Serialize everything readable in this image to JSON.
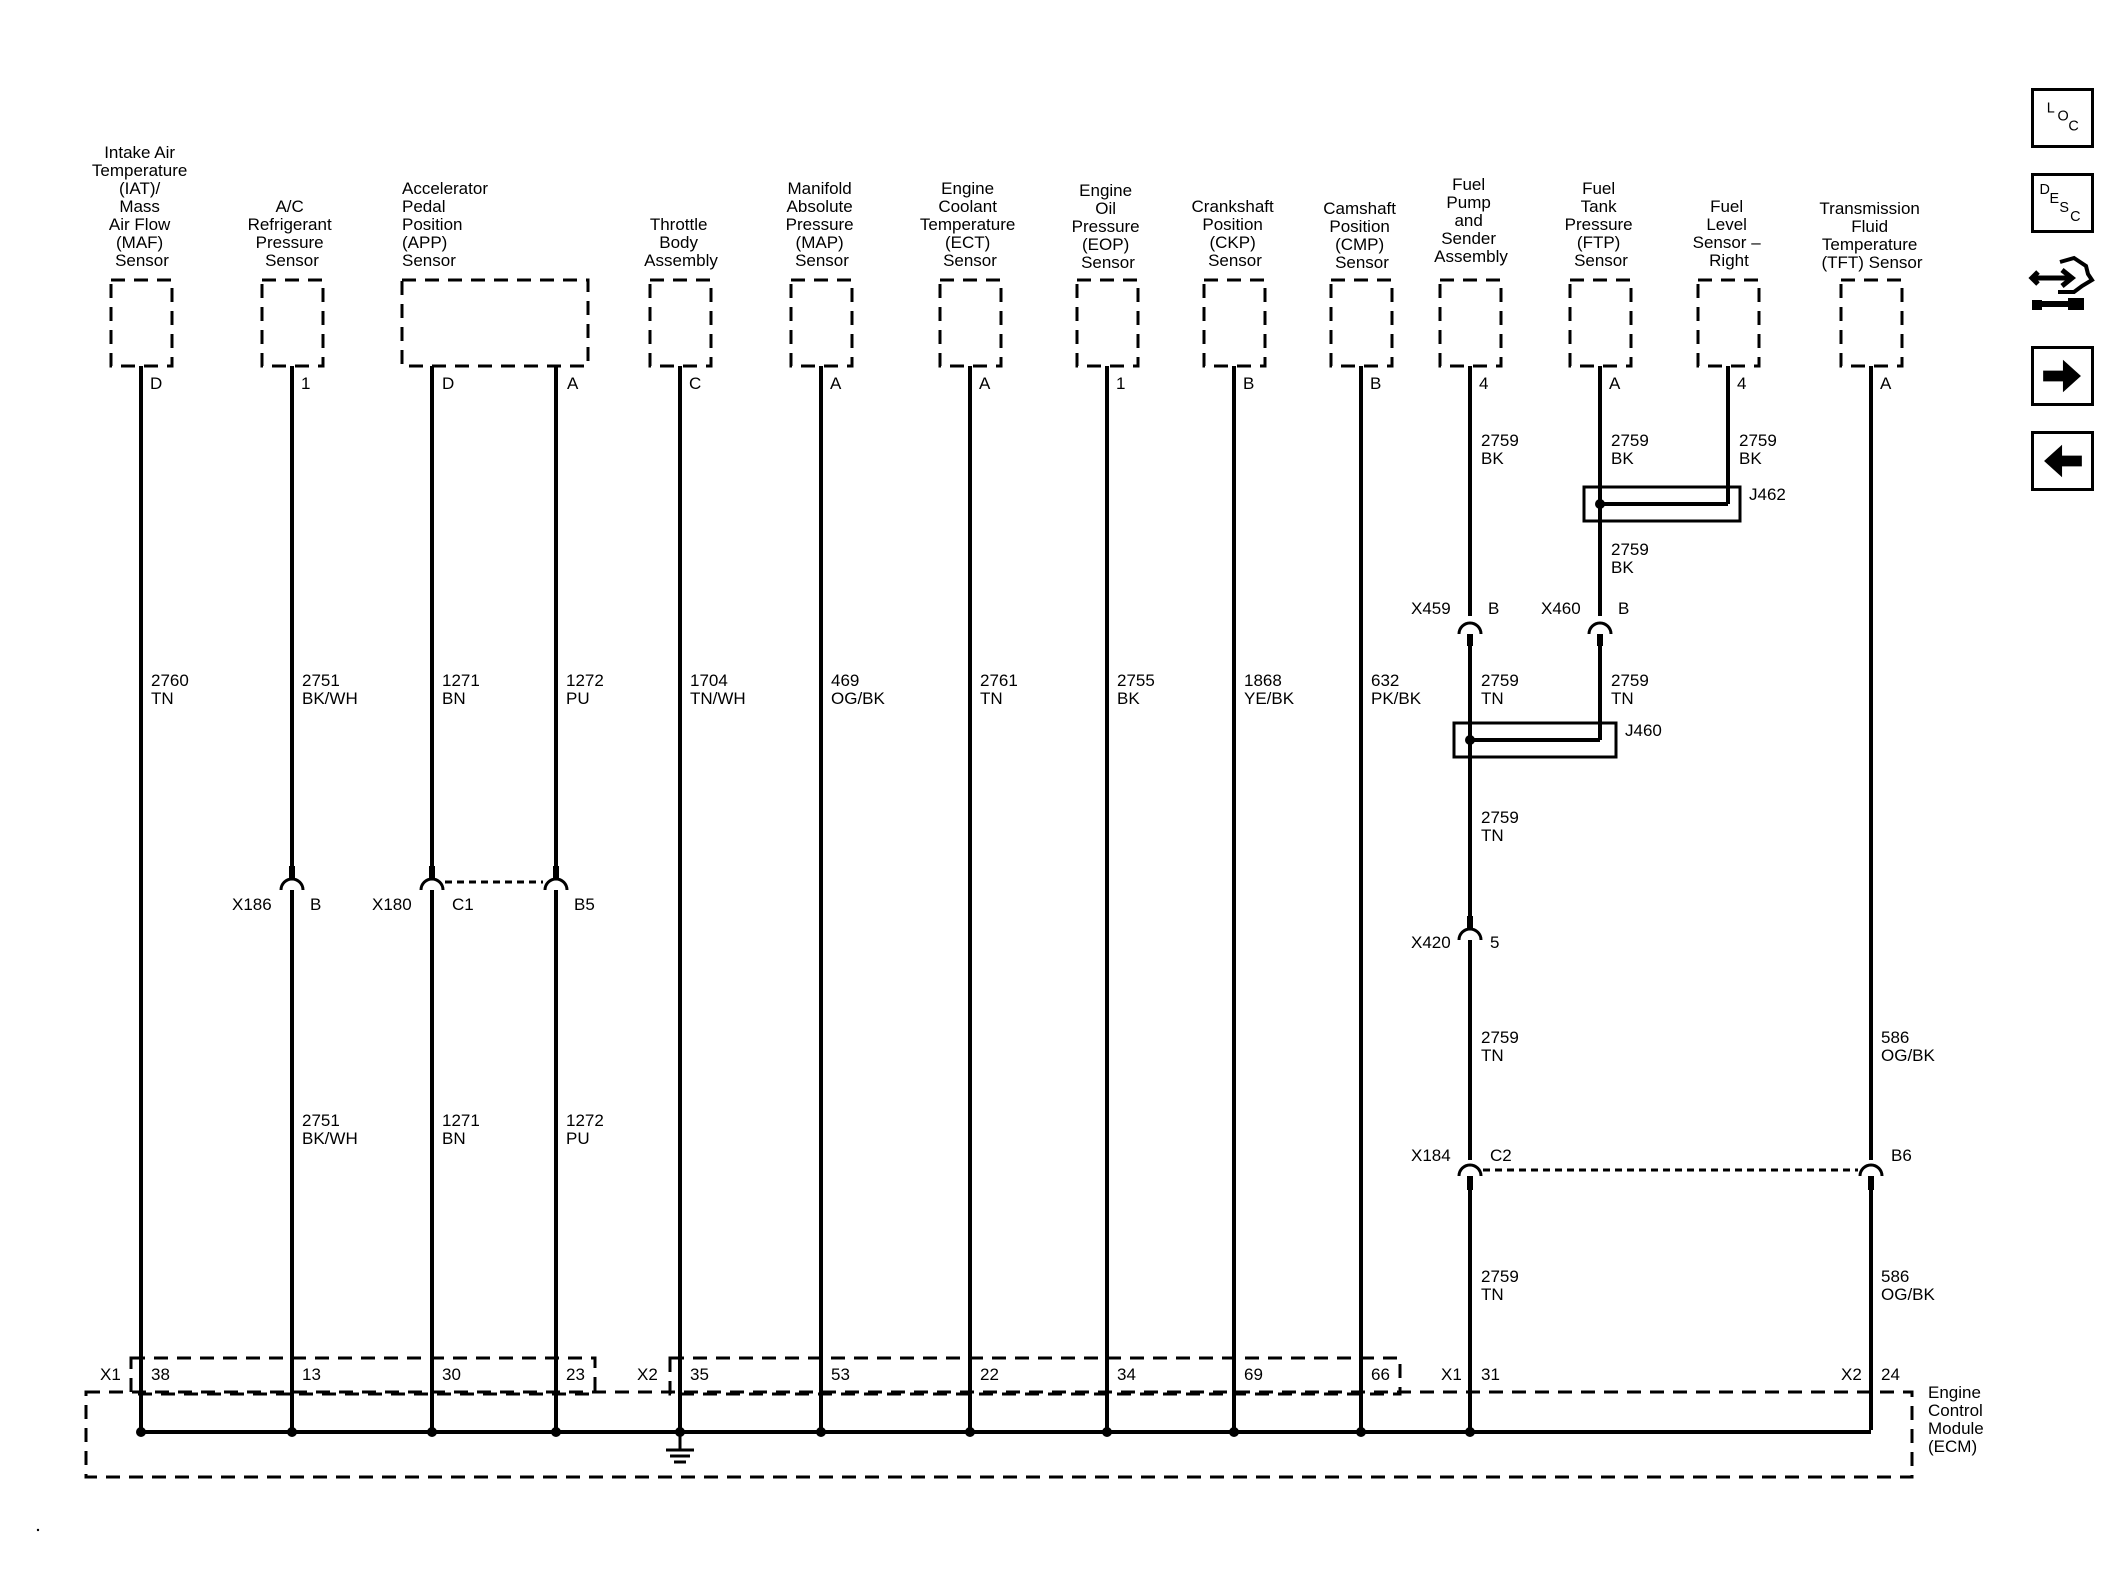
{
  "sensors": [
    {
      "id": "maf",
      "name_lines": [
        "Intake Air",
        "Temperature",
        "(IAT)/",
        "Mass",
        "Air Flow",
        "(MAF)",
        "Sensor"
      ],
      "pin": "D",
      "wire_num": "2760",
      "wire_color": "TN"
    },
    {
      "id": "acrp",
      "name_lines": [
        "A/C",
        "Refrigerant",
        "Pressure",
        "Sensor"
      ],
      "pin": "1",
      "wire_num": "2751",
      "wire_color": "BK/WH",
      "conn_id": "X186",
      "conn_pin": "B",
      "wire2_num": "2751",
      "wire2_color": "BK/WH"
    },
    {
      "id": "app",
      "name_lines": [
        "Accelerator",
        "Pedal",
        "Position",
        "(APP)",
        "Sensor"
      ],
      "pins": [
        "D",
        "A"
      ],
      "wires": [
        {
          "num": "1271",
          "color": "BN"
        },
        {
          "num": "1272",
          "color": "PU"
        }
      ],
      "conn_id": "X180",
      "conn_pins": [
        "C1",
        "B5"
      ],
      "wires2": [
        {
          "num": "1271",
          "color": "BN"
        },
        {
          "num": "1272",
          "color": "PU"
        }
      ]
    },
    {
      "id": "tba",
      "name_lines": [
        "Throttle",
        "Body",
        "Assembly"
      ],
      "pin": "C",
      "wire_num": "1704",
      "wire_color": "TN/WH"
    },
    {
      "id": "map",
      "name_lines": [
        "Manifold",
        "Absolute",
        "Pressure",
        "(MAP)",
        "Sensor"
      ],
      "pin": "A",
      "wire_num": "469",
      "wire_color": "OG/BK"
    },
    {
      "id": "ect",
      "name_lines": [
        "Engine",
        "Coolant",
        "Temperature",
        "(ECT)",
        "Sensor"
      ],
      "pin": "A",
      "wire_num": "2761",
      "wire_color": "TN"
    },
    {
      "id": "eop",
      "name_lines": [
        "Engine",
        "Oil",
        "Pressure",
        "(EOP)",
        "Sensor"
      ],
      "pin": "1",
      "wire_num": "2755",
      "wire_color": "BK"
    },
    {
      "id": "ckp",
      "name_lines": [
        "Crankshaft",
        "Position",
        "(CKP)",
        "Sensor"
      ],
      "pin": "B",
      "wire_num": "1868",
      "wire_color": "YE/BK"
    },
    {
      "id": "cmp",
      "name_lines": [
        "Camshaft",
        "Position",
        "(CMP)",
        "Sensor"
      ],
      "pin": "B",
      "wire_num": "632",
      "wire_color": "PK/BK"
    },
    {
      "id": "fpsa",
      "name_lines": [
        "Fuel",
        "Pump",
        "and",
        "Sender",
        "Assembly"
      ],
      "pin": "4"
    },
    {
      "id": "ftp",
      "name_lines": [
        "Fuel",
        "Tank",
        "Pressure",
        "(FTP)",
        "Sensor"
      ],
      "pin": "A"
    },
    {
      "id": "fls",
      "name_lines": [
        "Fuel",
        "Level",
        "Sensor –",
        "Right"
      ],
      "pin": "4"
    },
    {
      "id": "tft",
      "name_lines": [
        "Transmission",
        "Fluid",
        "Temperature",
        "(TFT) Sensor"
      ],
      "pin": "A"
    }
  ],
  "fuel_circuit": {
    "seg_fpsa_top": {
      "num": "2759",
      "color": "BK"
    },
    "seg_ftp_top": {
      "num": "2759",
      "color": "BK"
    },
    "seg_fls_top": {
      "num": "2759",
      "color": "BK"
    },
    "splice_j462": "J462",
    "seg_ftp_mid": {
      "num": "2759",
      "color": "BK"
    },
    "conn_x459": {
      "id": "X459",
      "pin": "B"
    },
    "conn_x460": {
      "id": "X460",
      "pin": "B"
    },
    "seg_fpsa_below_x459": {
      "num": "2759",
      "color": "TN"
    },
    "seg_ftp_below_x460": {
      "num": "2759",
      "color": "TN"
    },
    "splice_j460": "J460",
    "seg_below_j460": {
      "num": "2759",
      "color": "TN"
    },
    "conn_x420": {
      "id": "X420",
      "pin": "5"
    },
    "seg_below_x420": {
      "num": "2759",
      "color": "TN"
    },
    "conn_x184": {
      "id": "X184",
      "pin": "C2",
      "pin2": "B6"
    },
    "seg_below_x184": {
      "num": "2759",
      "color": "TN"
    }
  },
  "tft_circuit": {
    "seg_top": {
      "num": "586",
      "color": "OG/BK"
    },
    "seg_bottom": {
      "num": "586",
      "color": "OG/BK"
    }
  },
  "ecm": {
    "name_lines": [
      "Engine",
      "Control",
      "Module",
      "(ECM)"
    ],
    "x1_label": "X1",
    "x2_label": "X2",
    "x1b_label": "X1",
    "x2b_label": "X2",
    "pins": [
      "38",
      "13",
      "30",
      "23",
      "35",
      "53",
      "22",
      "34",
      "69",
      "66",
      "31",
      "24"
    ]
  },
  "nav_buttons": [
    {
      "id": "loc",
      "letters": [
        "L",
        "O",
        "C"
      ]
    },
    {
      "id": "desc",
      "letters": [
        "D",
        "E",
        "S",
        "C"
      ]
    },
    {
      "id": "connector-view",
      "icon": "connector-icon"
    },
    {
      "id": "next",
      "icon": "arrow-right-icon"
    },
    {
      "id": "prev",
      "icon": "arrow-left-icon"
    }
  ]
}
